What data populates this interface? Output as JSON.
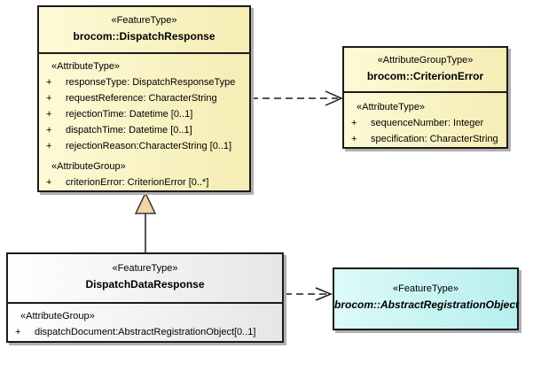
{
  "classes": {
    "dispatch_response": {
      "stereotype": "«FeatureType»",
      "name": "brocom::DispatchResponse",
      "attr_type_label": "«AttributeType»",
      "attributes": [
        {
          "vis": "+",
          "text": "responseType: DispatchResponseType"
        },
        {
          "vis": "+",
          "text": "requestReference: CharacterString"
        },
        {
          "vis": "+",
          "text": "rejectionTime: Datetime [0..1]"
        },
        {
          "vis": "+",
          "text": "dispatchTime: Datetime [0..1]"
        },
        {
          "vis": "+",
          "text": "rejectionReason:CharacterString [0..1]"
        }
      ],
      "attr_group_label": "«AttributeGroup»",
      "group_attributes": [
        {
          "vis": "+",
          "text": "criterionError: CriterionError [0..*]"
        }
      ]
    },
    "criterion_error": {
      "stereotype": "«AttributeGroupType»",
      "name": "brocom::CriterionError",
      "attr_type_label": "«AttributeType»",
      "attributes": [
        {
          "vis": "+",
          "text": "sequenceNumber: Integer"
        },
        {
          "vis": "+",
          "text": "specification: CharacterString"
        }
      ]
    },
    "dispatch_data_response": {
      "stereotype": "«FeatureType»",
      "name": "DispatchDataResponse",
      "attr_group_label": "«AttributeGroup»",
      "group_attributes": [
        {
          "vis": "+",
          "text": "dispatchDocument:AbstractRegistrationObject[0..1]"
        }
      ]
    },
    "abstract_registration_object": {
      "stereotype": "«FeatureType»",
      "name": "brocom::AbstractRegistrationObject"
    }
  },
  "relationships": [
    {
      "type": "dependency",
      "from": "brocom::DispatchResponse",
      "to": "brocom::CriterionError",
      "line": "dashed",
      "arrowhead": "open"
    },
    {
      "type": "generalization",
      "from": "DispatchDataResponse",
      "to": "brocom::DispatchResponse",
      "line": "solid",
      "arrowhead": "hollow-triangle"
    },
    {
      "type": "dependency",
      "from": "DispatchDataResponse",
      "to": "brocom::AbstractRegistrationObject",
      "line": "dashed",
      "arrowhead": "open"
    }
  ],
  "colors": {
    "class_fill_yellow": "#F9F3C2",
    "class_fill_gray": "#F0F0F0",
    "class_fill_cyan": "#C9F3F2",
    "border": "#1B1B1B",
    "shadow": "#B0B0B0",
    "triangle_fill": "#EFD6A4",
    "background": "#FFFFFF"
  }
}
